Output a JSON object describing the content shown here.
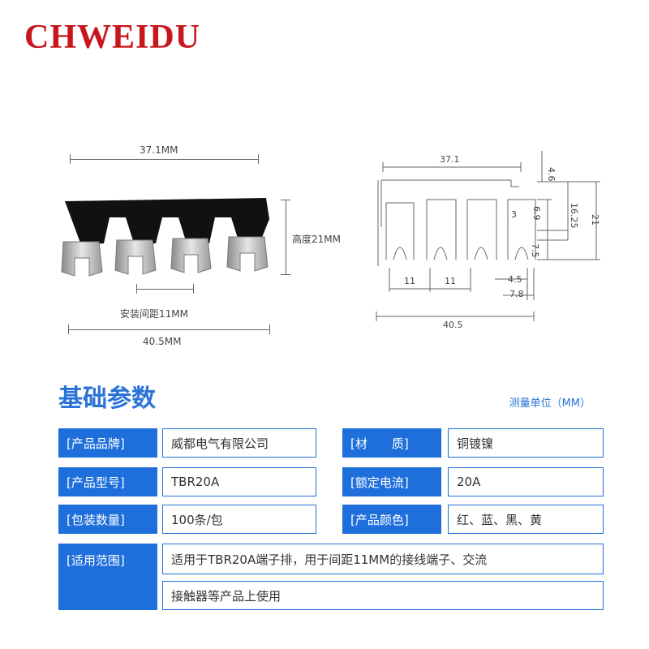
{
  "brand": "CHWEIDU",
  "photo_dims": {
    "width_top": "37.1MM",
    "height": "高度21MM",
    "spacing": "安装间距11MM",
    "width_bottom": "40.5MM"
  },
  "drawing_dims": {
    "top": "37.1",
    "d46": "4.6",
    "d3": "3",
    "d69": "6.9",
    "d1625": "16.25",
    "d21": "21",
    "d75": "7.5",
    "d11a": "11",
    "d11b": "11",
    "d45": "4.5",
    "d78": "7.8",
    "bottom": "40.5"
  },
  "section": {
    "title": "基础参数",
    "unit_note": "测量单位（MM）"
  },
  "params": {
    "brand_label": "[产品品牌]",
    "brand_value": "威都电气有限公司",
    "material_label": "[材　　质]",
    "material_value": "铜镀镍",
    "model_label": "[产品型号]",
    "model_value": "TBR20A",
    "current_label": "[额定电流]",
    "current_value": "20A",
    "package_label": "[包装数量]",
    "package_value": "100条/包",
    "color_label": "[产品颜色]",
    "color_value": "红、蓝、黑、黄",
    "scope_label": "[适用范围]",
    "scope_line1": "适用于TBR20A端子排，用于间距11MM的接线端子、交流",
    "scope_line2": "接触器等产品上使用"
  }
}
